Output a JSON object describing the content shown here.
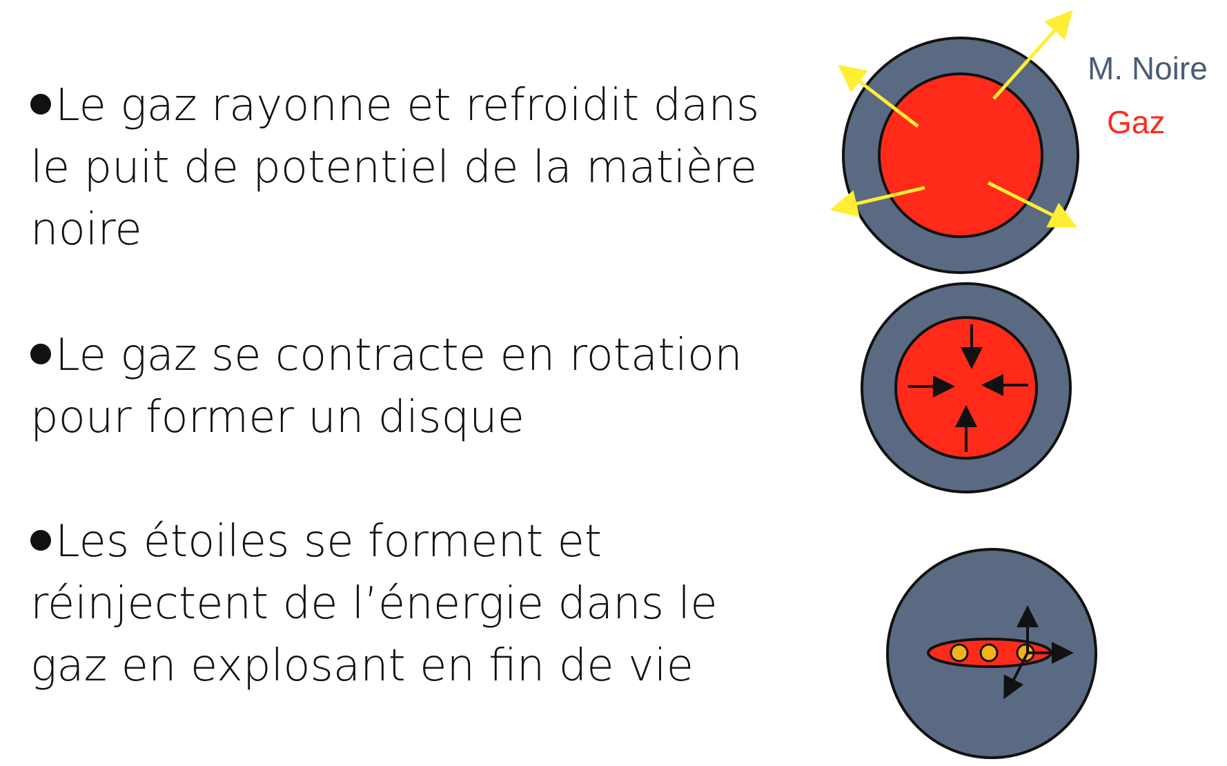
{
  "bullets": [
    {
      "lines": [
        "Le gaz rayonne et refroidit dans",
        "le puit de potentiel de la matière",
        "noire"
      ]
    },
    {
      "lines": [
        "Le gaz se contracte en rotation",
        "pour former un disque"
      ]
    },
    {
      "lines": [
        "Les étoiles se forment et",
        "réinjectent de l’énergie dans le",
        "gaz en explosant en fin de vie"
      ]
    }
  ],
  "legend": {
    "dark_matter": "M. Noire",
    "gas": "Gaz"
  },
  "colors": {
    "dark_matter": "#5a6a82",
    "gas": "#ff2a1a",
    "radiation_arrow": "#ffee33",
    "star": "#f2b21c",
    "outline": "#111111"
  }
}
